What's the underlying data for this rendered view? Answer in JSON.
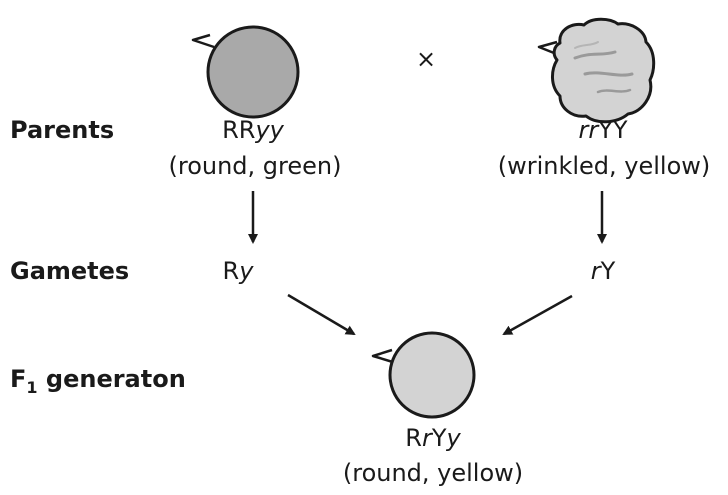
{
  "row_labels": {
    "parents": "Parents",
    "gametes": "Gametes",
    "f1_prefix": "F",
    "f1_subscript": "1",
    "f1_suffix": " generaton"
  },
  "cross_symbol": "×",
  "parent_left": {
    "geno_a": "RR",
    "geno_b": "yy",
    "phenotype": "(round, green)",
    "seed_color": "#a9a9a9",
    "icon": "round-seed-icon"
  },
  "parent_right": {
    "geno_a": "rr",
    "geno_b": "YY",
    "phenotype": "(wrinkled, yellow)",
    "seed_color": "#d3d3d3",
    "icon": "wrinkled-seed-icon"
  },
  "gamete_left": {
    "a": "R",
    "b": "y"
  },
  "gamete_right": {
    "a": "r",
    "b": "Y"
  },
  "offspring": {
    "g1": "R",
    "g2": "r",
    "g3": "Y",
    "g4": "y",
    "phenotype": "(round, yellow)",
    "seed_color": "#d3d3d3",
    "icon": "round-seed-icon"
  }
}
